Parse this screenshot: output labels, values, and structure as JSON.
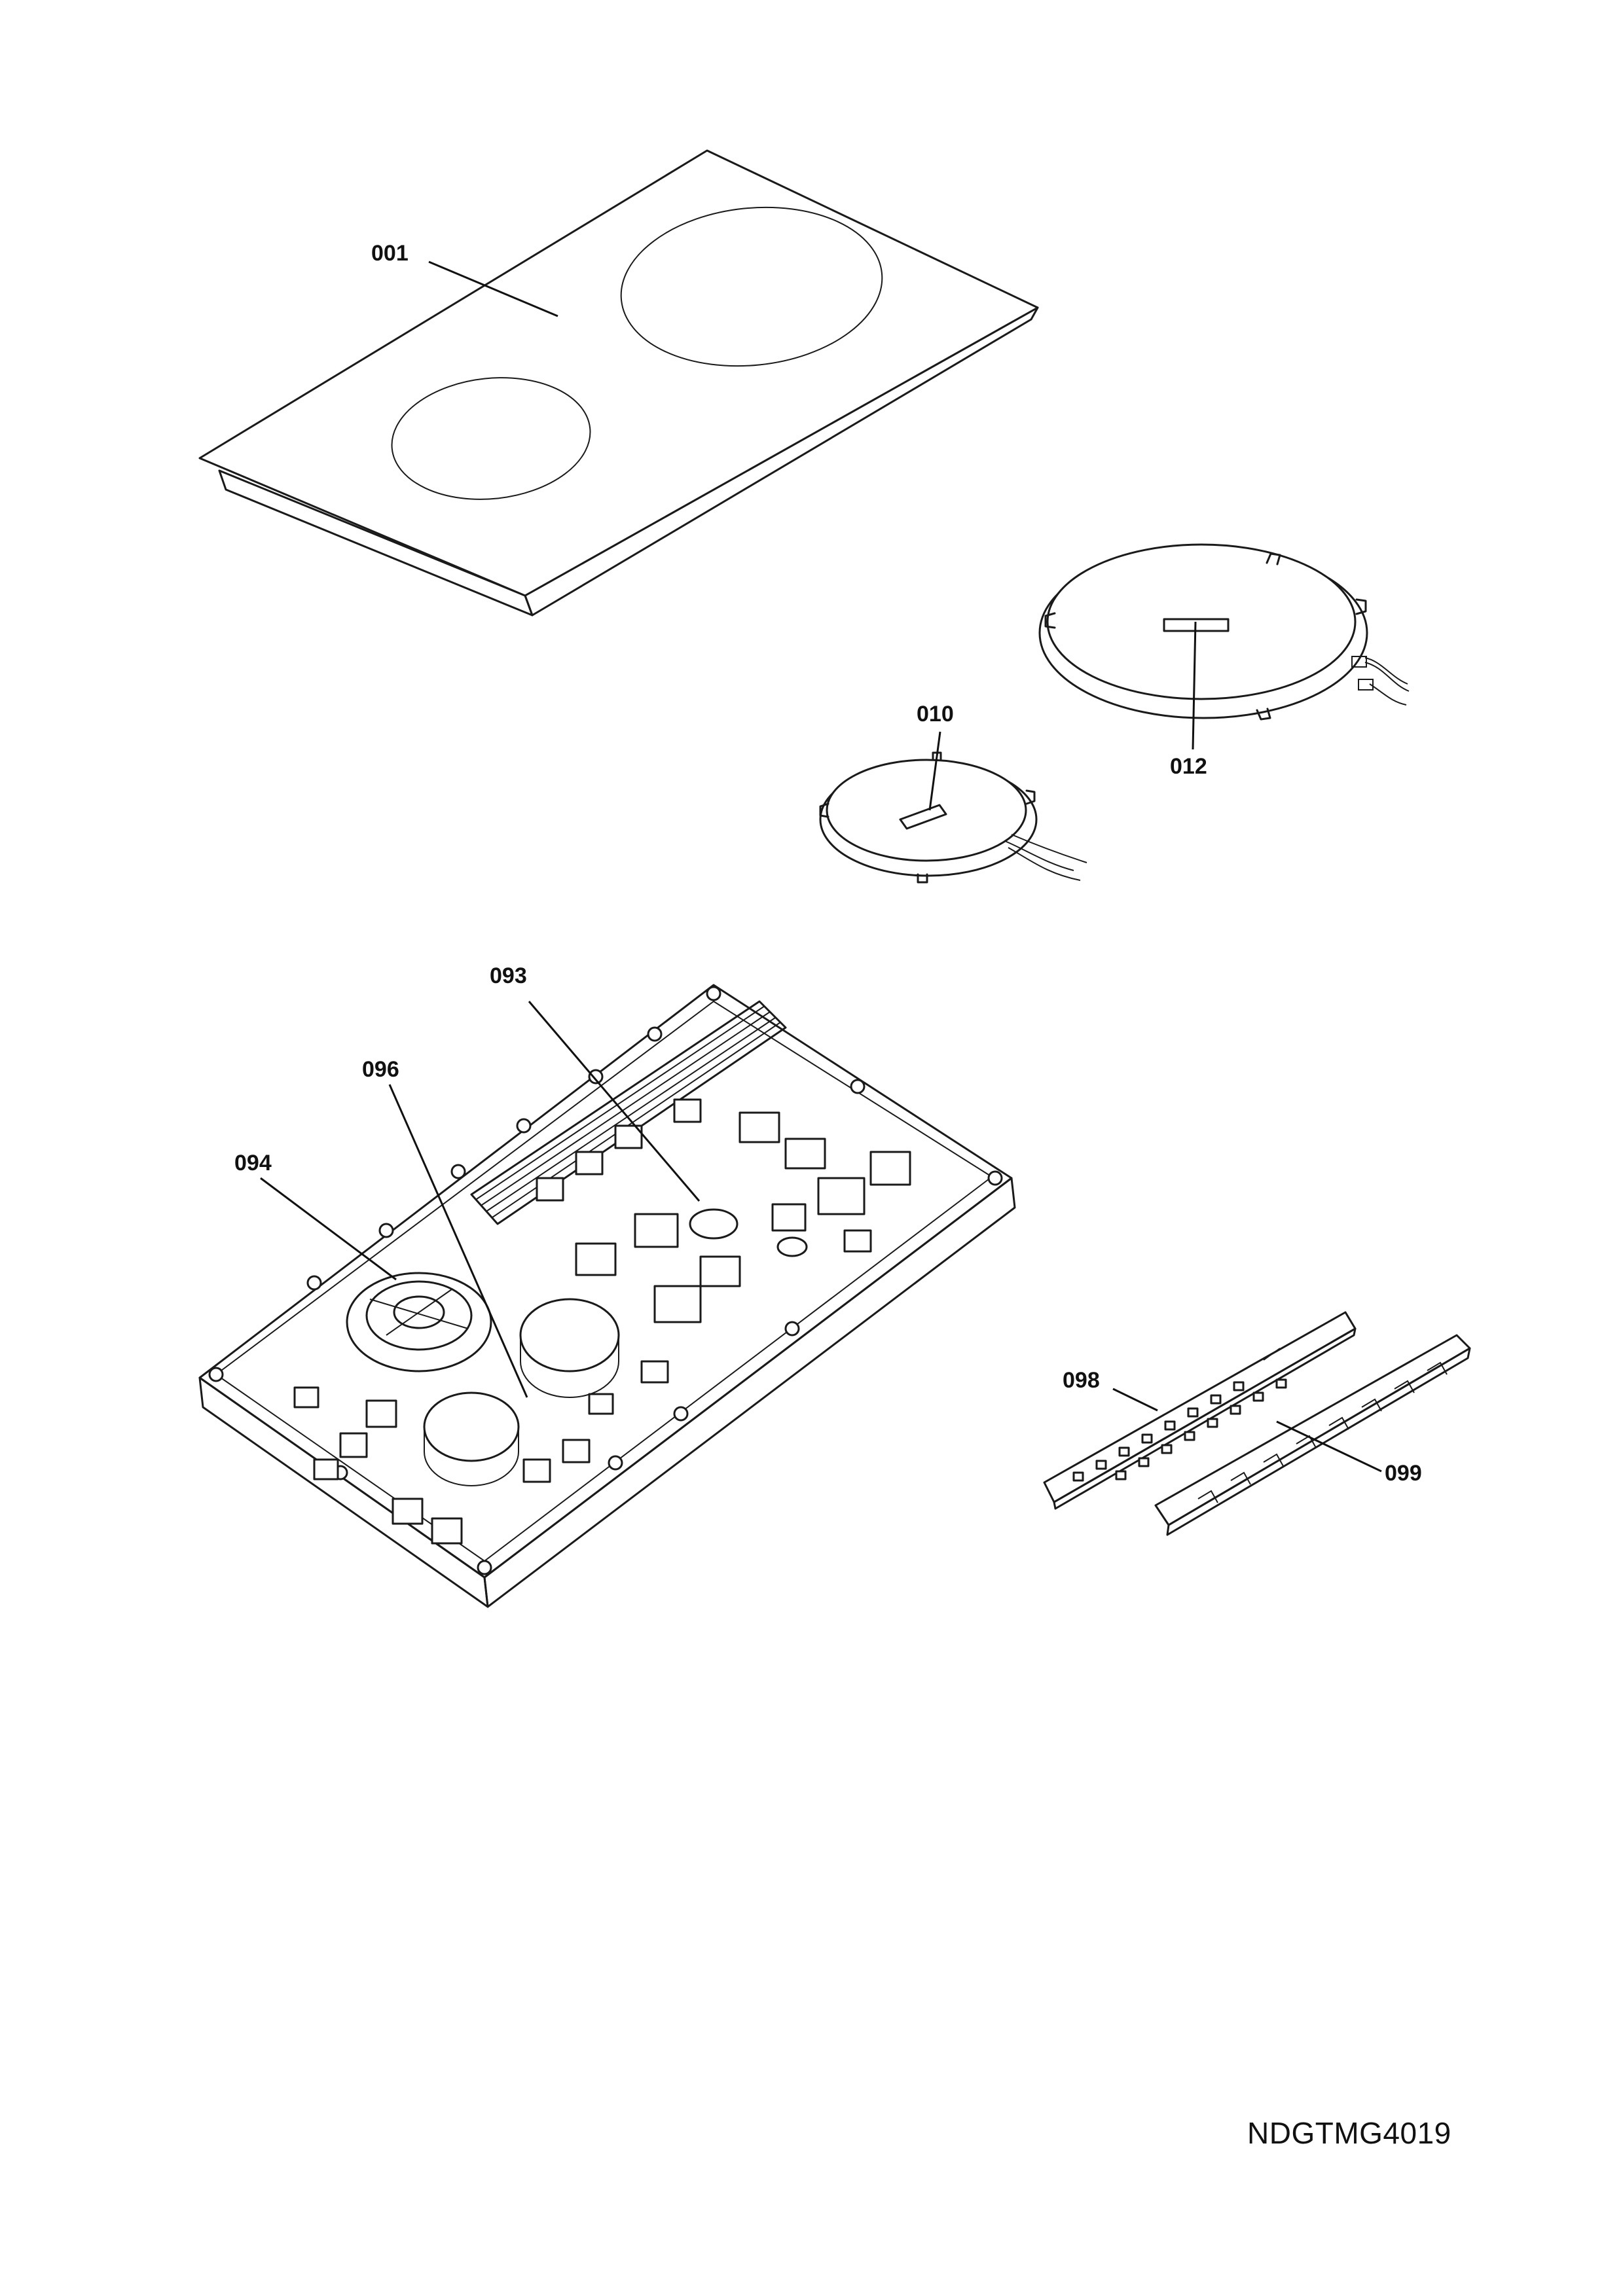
{
  "labels": {
    "glass_top": "001",
    "small_coil": "010",
    "large_coil": "012",
    "power_board": "093",
    "fan": "094",
    "board_part": "096",
    "control_board": "098",
    "control_holder": "099"
  },
  "drawing_reference": "NDGTMG4019"
}
